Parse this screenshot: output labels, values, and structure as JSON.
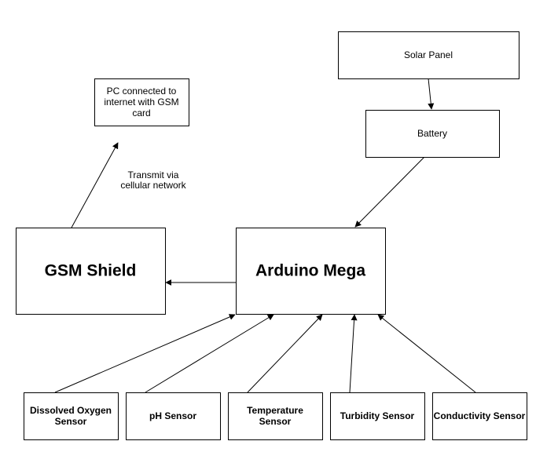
{
  "diagram": {
    "nodes": {
      "solar_panel": {
        "label": [
          "Solar Panel"
        ]
      },
      "battery": {
        "label": [
          "Battery"
        ]
      },
      "pc": {
        "label": [
          "PC connected to",
          "internet with GSM",
          "card"
        ]
      },
      "gsm_shield": {
        "label": [
          "GSM Shield"
        ]
      },
      "arduino_mega": {
        "label": [
          "Arduino Mega"
        ]
      },
      "do_sensor": {
        "label": [
          "Dissolved Oxygen",
          "Sensor"
        ]
      },
      "ph_sensor": {
        "label": [
          "pH Sensor"
        ]
      },
      "temp_sensor": {
        "label": [
          "Temperature",
          "Sensor"
        ]
      },
      "turbidity_sensor": {
        "label": [
          "Turbidity Sensor"
        ]
      },
      "conductivity_sensor": {
        "label": [
          "Conductivity Sensor"
        ]
      }
    },
    "edges": [
      {
        "from": "solar_panel",
        "to": "battery"
      },
      {
        "from": "battery",
        "to": "arduino_mega"
      },
      {
        "from": "arduino_mega",
        "to": "gsm_shield"
      },
      {
        "from": "gsm_shield",
        "to": "pc",
        "label": [
          "Transmit via",
          "cellular network"
        ]
      },
      {
        "from": "do_sensor",
        "to": "arduino_mega"
      },
      {
        "from": "ph_sensor",
        "to": "arduino_mega"
      },
      {
        "from": "temp_sensor",
        "to": "arduino_mega"
      },
      {
        "from": "turbidity_sensor",
        "to": "arduino_mega"
      },
      {
        "from": "conductivity_sensor",
        "to": "arduino_mega"
      }
    ]
  }
}
